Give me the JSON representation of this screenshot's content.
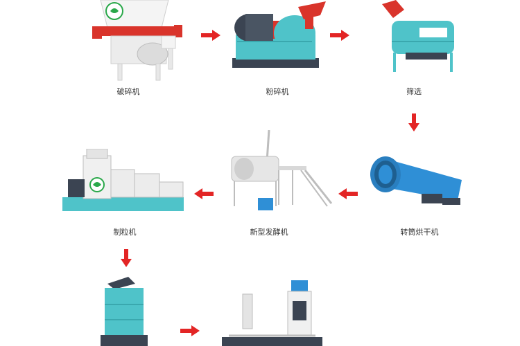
{
  "process": {
    "steps": [
      {
        "label": "破碎机"
      },
      {
        "label": "粉碎机"
      },
      {
        "label": "筛选"
      },
      {
        "label": "转筒烘干机"
      },
      {
        "label": "新型发酵机"
      },
      {
        "label": "制粒机"
      },
      {
        "label": "",
        "caption_visible": false
      },
      {
        "label": "",
        "caption_visible": false
      }
    ],
    "arrow_color": "#e32525",
    "flow": [
      "right",
      "right",
      "down",
      "left",
      "left",
      "down",
      "right"
    ]
  },
  "colors": {
    "machine_teal": "#4fc3c9",
    "machine_blue": "#2f8fd6",
    "machine_white": "#f2f2f2",
    "machine_red": "#d9342b",
    "motor_dark": "#3b4452",
    "logo_green": "#2aa84a"
  }
}
